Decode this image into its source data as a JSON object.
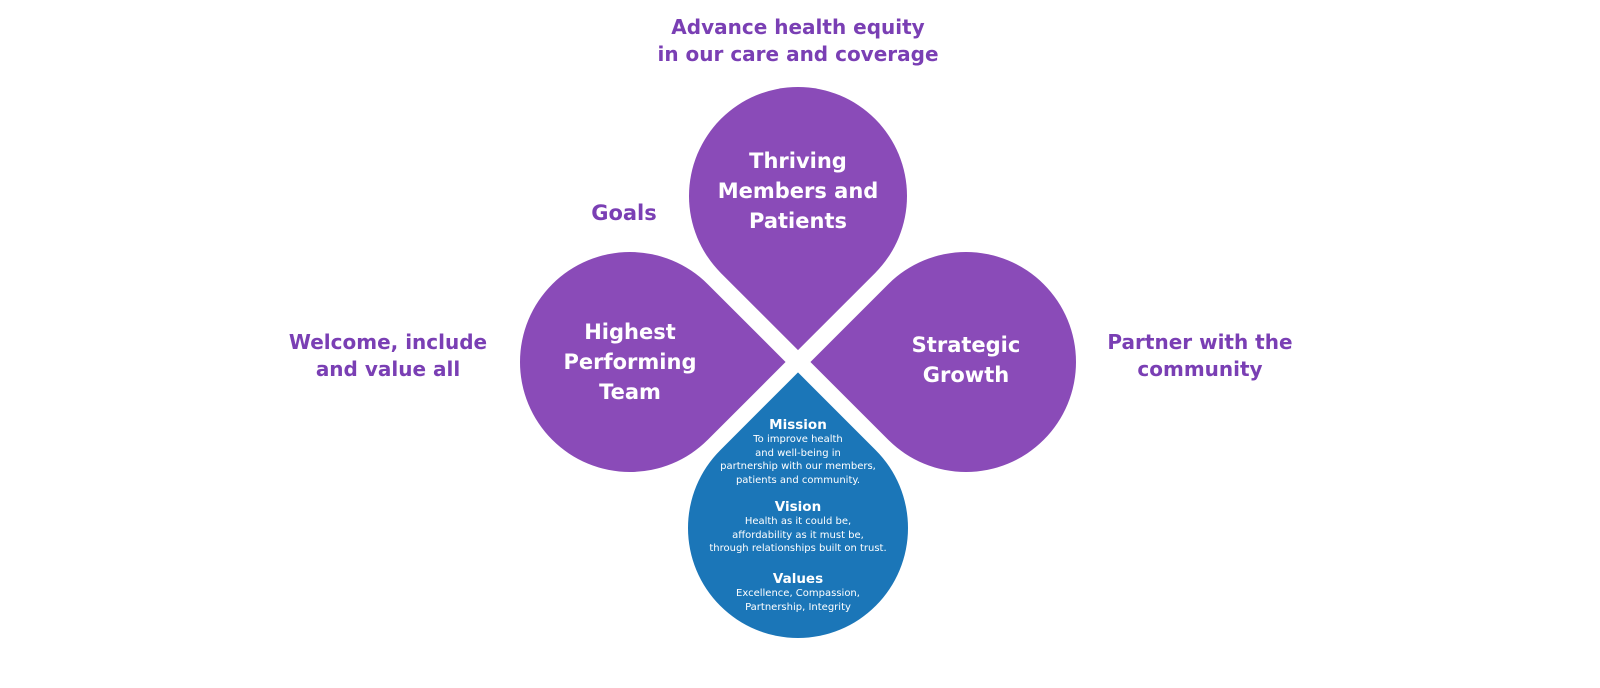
{
  "colors": {
    "petal_purple": "#8a4bb8",
    "core_blue": "#1b76b8",
    "label_purple": "#7a3fb4",
    "background": "#ffffff"
  },
  "goals_label": "Goals",
  "outer_labels": {
    "top": "Advance health equity\nin our care and coverage",
    "left": "Welcome, include\nand value all",
    "right": "Partner with the\ncommunity"
  },
  "petals": {
    "top": "Thriving\nMembers and\nPatients",
    "left": "Highest\nPerforming\nTeam",
    "right": "Strategic\nGrowth"
  },
  "core": {
    "mission": {
      "heading": "Mission",
      "text": "To improve health\nand well-being in\npartnership with our members,\npatients and community."
    },
    "vision": {
      "heading": "Vision",
      "text": "Health as it could be,\naffordability as it must be,\nthrough relationships built on trust."
    },
    "values": {
      "heading": "Values",
      "text": "Excellence, Compassion,\nPartnership, Integrity"
    }
  }
}
